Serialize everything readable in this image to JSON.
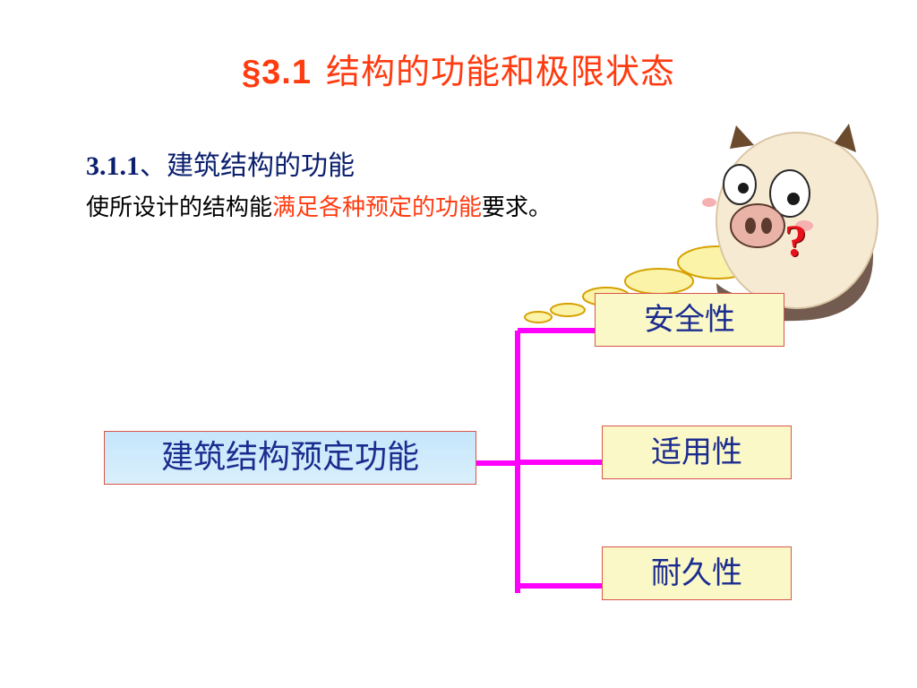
{
  "slide": {
    "title_number": "§3.1",
    "title_text": "结构的功能和极限状态"
  },
  "section": {
    "number": "3.1.1",
    "heading": "、建筑结构的功能"
  },
  "intro": {
    "prefix": "使所设计的结构能",
    "highlight": "满足各种预定的功能",
    "suffix": "要求。"
  },
  "diagram": {
    "root": "建筑结构预定功能",
    "branches": [
      "安全性",
      "适用性",
      "耐久性"
    ]
  },
  "mascot": {
    "question_mark": "?"
  },
  "colors": {
    "title": "#ff3b10",
    "heading": "#0b1f6e",
    "box_text": "#1b2c8f",
    "box_border": "#d9554a",
    "root_fill": "#c6e6fb",
    "leaf_fill": "#fbf8c8",
    "connector": "#ff00ff",
    "bubble_fill": "#fbf3a8",
    "bubble_stroke": "#d6a100"
  }
}
